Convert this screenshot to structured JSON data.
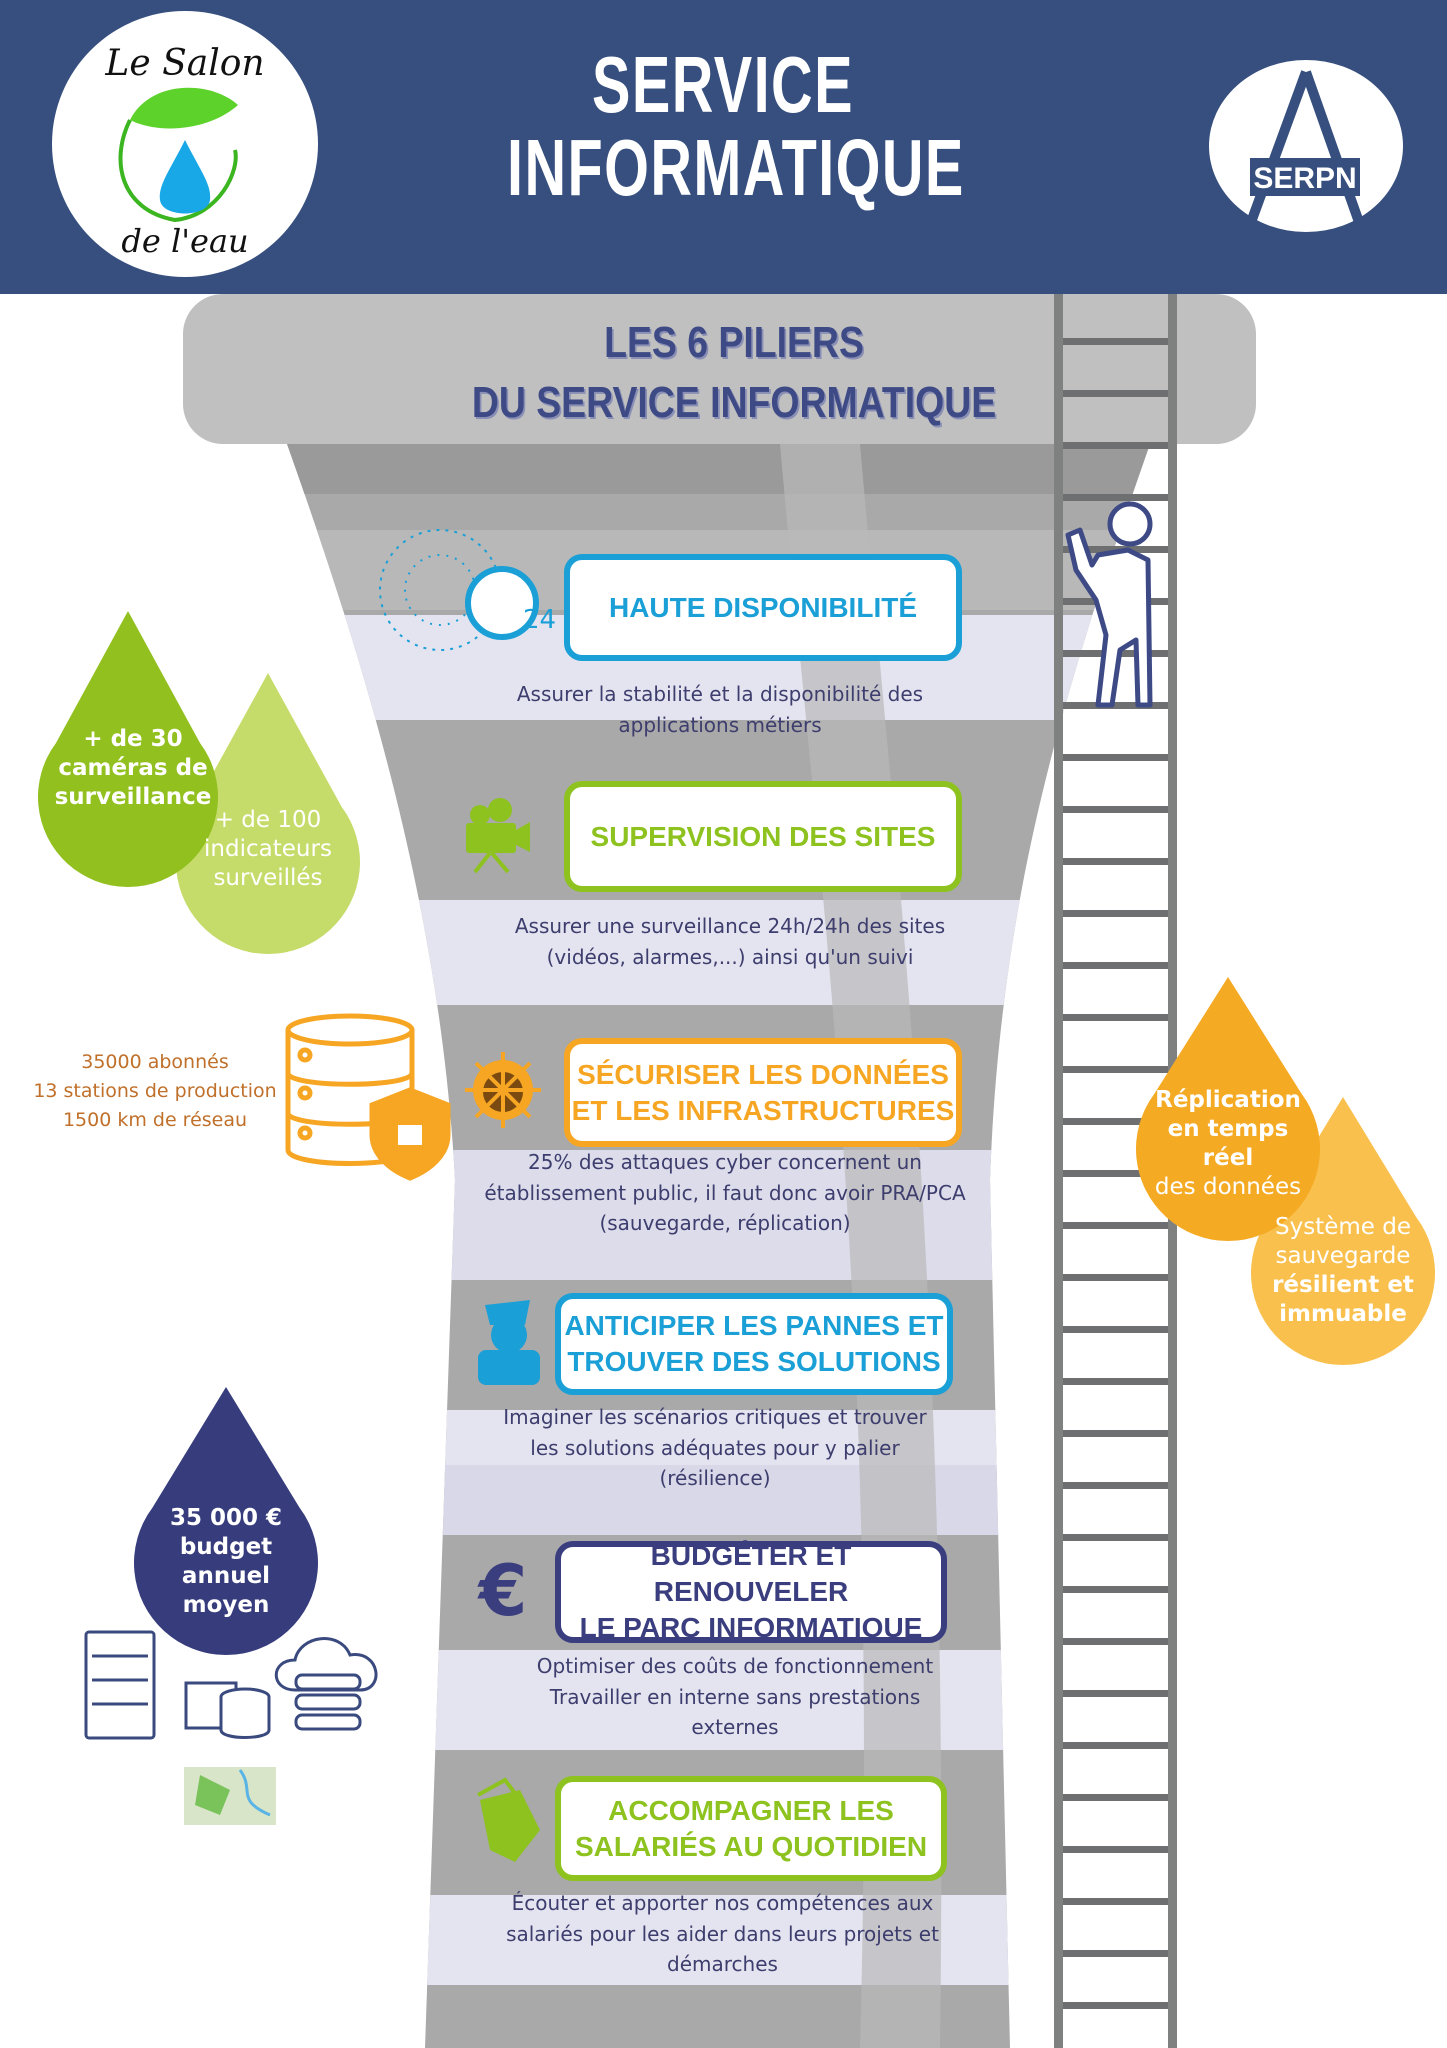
{
  "header": {
    "title_line1": "SERVICE",
    "title_line2": "INFORMATIQUE",
    "left_logo": {
      "text_top": "Le Salon",
      "text_bottom": "de l'eau"
    },
    "right_logo": {
      "text": "SERPN"
    }
  },
  "subtitle": {
    "line1": "LES 6 PILIERS",
    "line2": "DU SERVICE INFORMATIQUE"
  },
  "colors": {
    "header": "#364f7e",
    "blue": "#1a9fd6",
    "green": "#8dc21f",
    "orange": "#f6a623",
    "navy": "#3a3d7e",
    "tower": "#a9a9a9"
  },
  "pillars": [
    {
      "title": "HAUTE DISPONIBILITÉ",
      "icon": "network-24h-icon",
      "desc": [
        "Assurer la stabilité et la disponibilité des",
        "applications métiers"
      ]
    },
    {
      "title": "SUPERVISION DES SITES",
      "icon": "video-camera-icon",
      "desc": [
        "Assurer une surveillance 24h/24h des sites",
        "(vidéos, alarmes,...) ainsi qu'un suivi"
      ]
    },
    {
      "title_line1": "SÉCURISER LES DONNÉES",
      "title_line2": "ET LES INFRASTRUCTURES",
      "icon": "virus-icon",
      "desc": [
        "25% des attaques cyber concernent un",
        "établissement public, il faut donc avoir PRA/PCA",
        "(sauvegarde, réplication)"
      ]
    },
    {
      "title_line1": "ANTICIPER LES PANNES ET",
      "title_line2": "TROUVER DES SOLUTIONS",
      "icon": "technician-icon",
      "desc": [
        "Imaginer les scénarios critiques et trouver",
        "les solutions adéquates pour y palier",
        "(résilience)"
      ]
    },
    {
      "title_line1": "BUDGÉTER ET RENOUVELER",
      "title_line2": "LE PARC INFORMATIQUE",
      "icon": "euro-icon",
      "desc": [
        "Optimiser des coûts de fonctionnement",
        "Travailler en interne sans prestations",
        "externes"
      ]
    },
    {
      "title_line1": "ACCOMPAGNER LES",
      "title_line2": "SALARIÉS AU QUOTIDIEN",
      "icon": "helping-hands-icon",
      "desc": [
        "Écouter et apporter nos compétences aux",
        "salariés pour les aider dans leurs projets et",
        "démarches"
      ]
    }
  ],
  "drops": {
    "cameras": [
      "+ de 30",
      "caméras de",
      "surveillance"
    ],
    "indicators": [
      "+ de 100",
      "indicateurs",
      "surveillés"
    ],
    "replication": [
      "Réplication",
      "en temps",
      "réel",
      "des données"
    ],
    "backup": [
      "Système de",
      "sauvegarde",
      "résilient et",
      "immuable"
    ],
    "budget": [
      "35 000 €",
      "budget",
      "annuel",
      "moyen"
    ]
  },
  "stats": [
    "35000 abonnés",
    "13 stations de production",
    "1500 km de réseau"
  ]
}
